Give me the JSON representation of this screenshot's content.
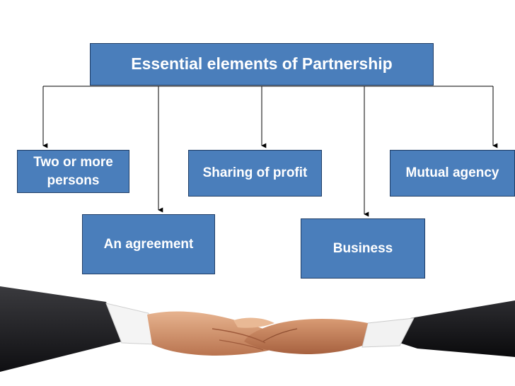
{
  "title": "Essential elements of Partnership",
  "elements": [
    {
      "id": "two-or-more-persons",
      "label": "Two or more persons"
    },
    {
      "id": "sharing-of-profit",
      "label": "Sharing of profit"
    },
    {
      "id": "mutual-agency",
      "label": "Mutual agency"
    },
    {
      "id": "an-agreement",
      "label": "An agreement"
    },
    {
      "id": "business",
      "label": "Business"
    }
  ],
  "colors": {
    "box_fill": "#4a7ebb",
    "box_border": "#1f3d66",
    "text": "#ffffff",
    "connector": "#000000"
  },
  "image": {
    "icon": "handshake-icon"
  }
}
